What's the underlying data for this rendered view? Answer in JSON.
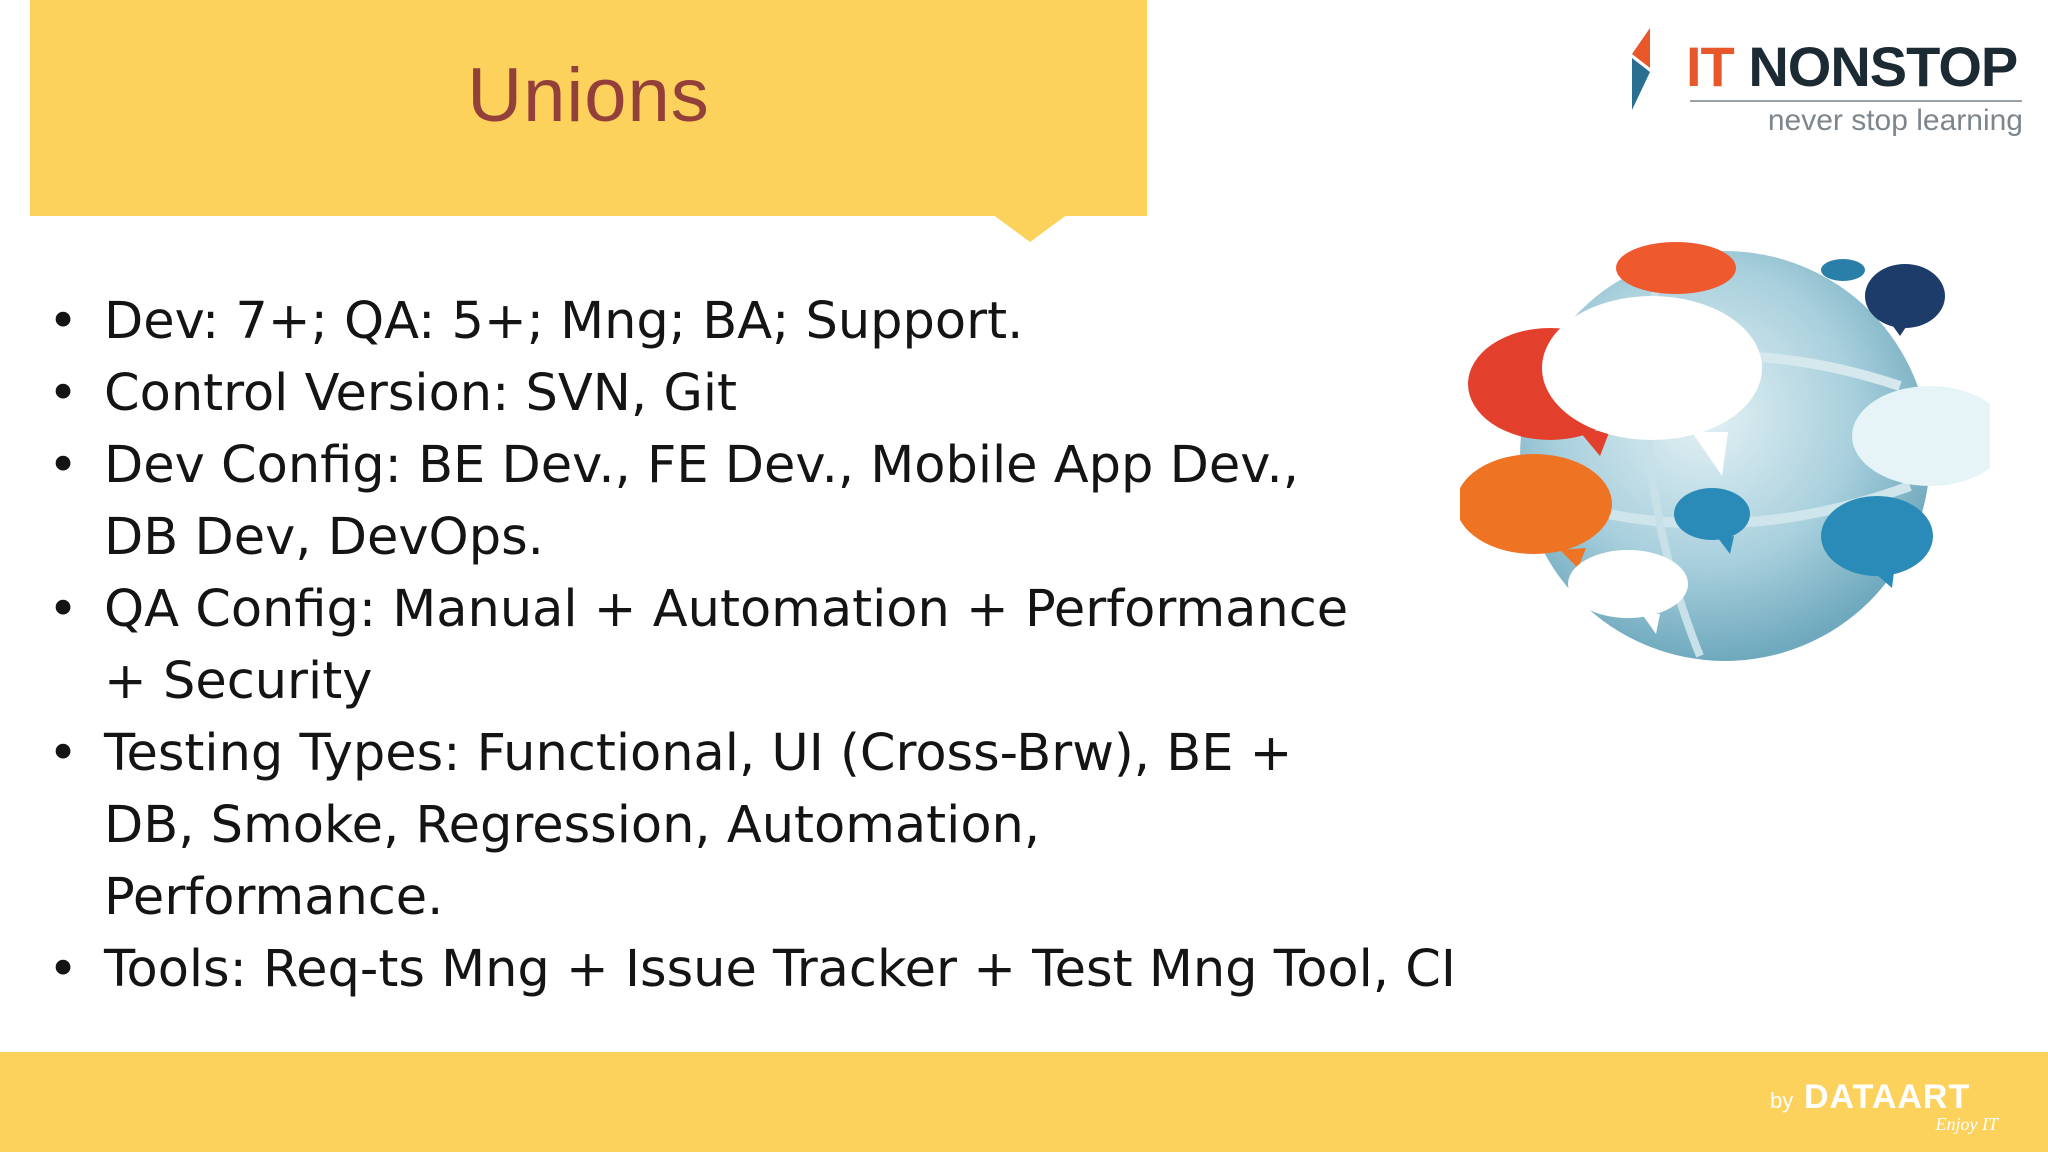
{
  "slide": {
    "title": "Unions",
    "bullets": [
      "Dev: 7+; QA: 5+; Mng; BA; Support.",
      "Control Version: SVN, Git",
      "Dev Config: BE Dev., FE Dev., Mobile App Dev., DB Dev, DevOps.",
      "QA Config: Manual + Automation + Performance + Security",
      "Testing Types: Functional, UI (Cross-Brw), BE + DB, Smoke, Regression, Automation, Performance.",
      "Tools: Req-ts Mng + Issue Tracker + Test Mng Tool, CI"
    ],
    "bullet_symbol": "•"
  },
  "logo": {
    "it": "IT",
    "nonstop": " NONSTOP",
    "tagline": "never stop learning"
  },
  "footer": {
    "by": "by",
    "brand": "DATAART",
    "slogan": "Enjoy IT"
  },
  "illustration": {
    "icon": "speech-bubbles-globe-icon"
  },
  "colors": {
    "accent_yellow": "#fcd15c",
    "title_text": "#94403a",
    "body_text": "#141414",
    "logo_orange": "#e8572a",
    "logo_dark": "#1c2a33",
    "bubble_red": "#e2402d",
    "bubble_orange": "#ee7322",
    "bubble_blue": "#2a8bb8",
    "bubble_navy": "#1d3c6a"
  }
}
